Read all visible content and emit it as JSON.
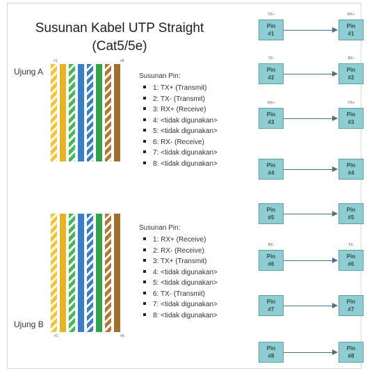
{
  "title_line1": "Susunan Kabel UTP Straight",
  "title_line2": "(Cat5/5e)",
  "end_a": {
    "label": "Ujung A",
    "num_left": "#1",
    "num_right": "#8",
    "heading": "Susunan Pin:",
    "items": [
      "1: TX+ (Transmit)",
      "2: TX- (Transmit)",
      "3: RX+ (Receive)",
      "4: <tidak digunakan>",
      "5: <tidak digunakan>",
      "6: RX- (Receive)",
      "7: <tidak digunakan>",
      "8: <tidak digunakan>"
    ]
  },
  "end_b": {
    "label": "Ujung B",
    "num_left": "#1",
    "num_right": "#8",
    "heading": "Susunan Pin:",
    "items": [
      "1: RX+ (Receive)",
      "2: RX- (Receive)",
      "3: TX+ (Transmit)",
      "4: <tidak digunakan>",
      "5: <tidak digunakan>",
      "6: TX- (Transmit)",
      "7: <tidak digunakan>",
      "8: <tidak digunakan>"
    ]
  },
  "wire_colors": [
    {
      "base": "#f2c63a",
      "stripe": "#ffffff",
      "striped": true
    },
    {
      "base": "#e6b325",
      "stripe": null,
      "striped": false
    },
    {
      "base": "#45b85a",
      "stripe": "#ffffff",
      "striped": true
    },
    {
      "base": "#3a7ec4",
      "stripe": null,
      "striped": false
    },
    {
      "base": "#3a7ec4",
      "stripe": "#ffffff",
      "striped": true
    },
    {
      "base": "#33a24a",
      "stripe": null,
      "striped": false
    },
    {
      "base": "#b0793a",
      "stripe": "#ffffff",
      "striped": true
    },
    {
      "base": "#a2702e",
      "stripe": null,
      "striped": false
    }
  ],
  "pin_map": [
    {
      "left_sig": "TX+",
      "left": "Pin\n#1",
      "right_sig": "RX+",
      "right": "Pin\n#1"
    },
    {
      "left_sig": "TX-",
      "left": "Pin\n#2",
      "right_sig": "RX-",
      "right": "Pin\n#2"
    },
    {
      "left_sig": "RX+",
      "left": "Pin\n#3",
      "right_sig": "TX+",
      "right": "Pin\n#3"
    },
    {
      "left_sig": "",
      "left": "Pin\n#4",
      "right_sig": "",
      "right": "Pin\n#4"
    },
    {
      "left_sig": "",
      "left": "Pin\n#5",
      "right_sig": "",
      "right": "Pin\n#5"
    },
    {
      "left_sig": "RX-",
      "left": "Pin\n#6",
      "right_sig": "TX-",
      "right": "Pin\n#6"
    },
    {
      "left_sig": "",
      "left": "Pin\n#7",
      "right_sig": "",
      "right": "Pin\n#7"
    },
    {
      "left_sig": "",
      "left": "Pin\n#8",
      "right_sig": "",
      "right": "Pin\n#8"
    }
  ],
  "colors": {
    "pin_box": "#8ecdd1",
    "pin_border": "#5f9ea3",
    "arrow": "#4a6f88"
  }
}
